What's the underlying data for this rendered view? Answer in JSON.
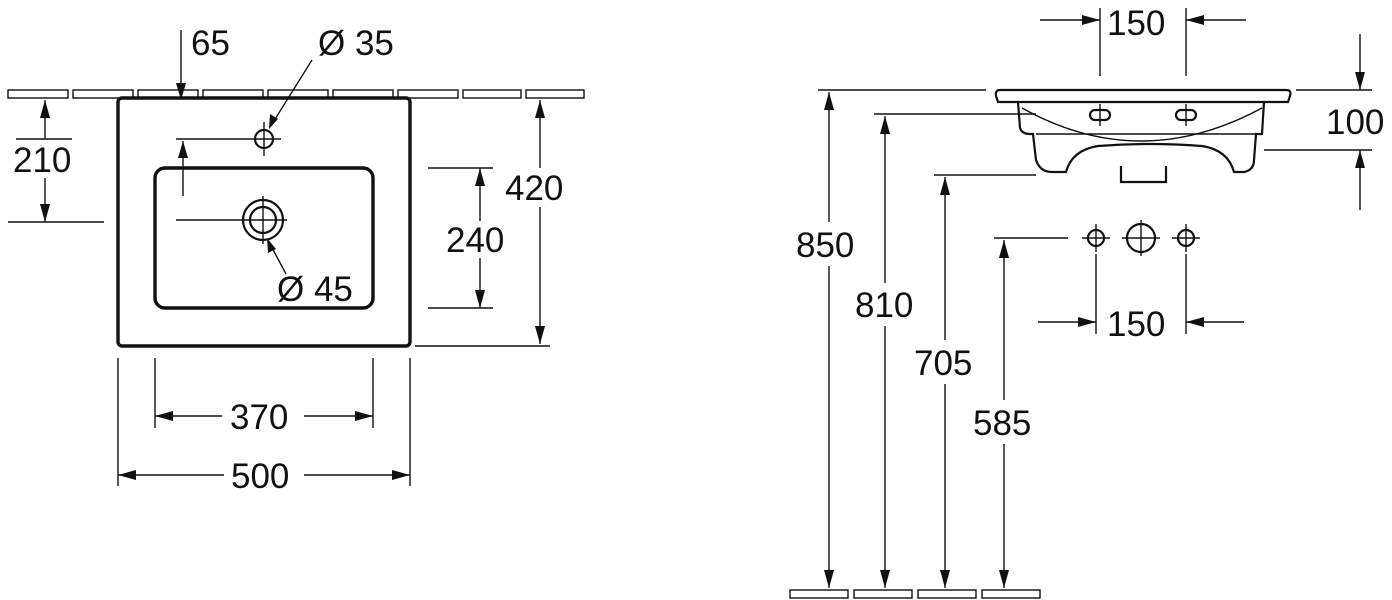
{
  "dimensions": {
    "tap_offset": "65",
    "tap_hole_dia": "Ø 35",
    "waste_dia": "Ø 45",
    "tap_to_bowl": "210",
    "bowl_depth": "240",
    "basin_depth": "420",
    "bowl_width": "370",
    "basin_width": "500",
    "top_tap_spacing": "150",
    "rim_height": "100",
    "height_850": "850",
    "height_810": "810",
    "height_705": "705",
    "supply_height": "585",
    "supply_spacing": "150"
  }
}
